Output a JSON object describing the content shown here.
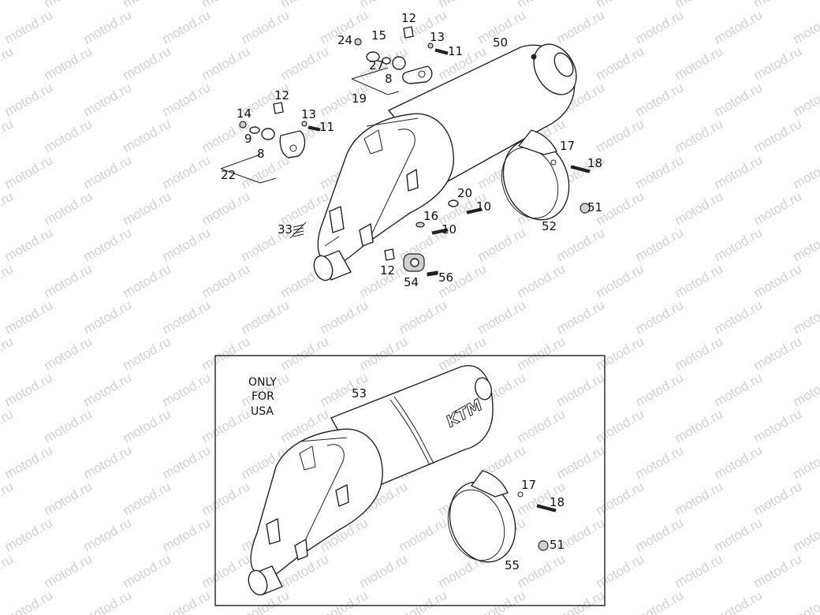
{
  "watermark": "motod.ru",
  "callouts": {
    "c12a": "12",
    "c24": "24",
    "c15": "15",
    "c13a": "13",
    "c11a": "11",
    "c50": "50",
    "c27": "27",
    "c8a": "8",
    "c19": "19",
    "c12b": "12",
    "c14": "14",
    "c13b": "13",
    "c11b": "11",
    "c9": "9",
    "c8b": "8",
    "c22": "22",
    "c17a": "17",
    "c18a": "18",
    "c20": "20",
    "c10a": "10",
    "c16": "16",
    "c10b": "10",
    "c51a": "51",
    "c52": "52",
    "c33": "33",
    "c12c": "12",
    "c54": "54",
    "c56": "56",
    "c53": "53",
    "c17b": "17",
    "c18b": "18",
    "c51b": "51",
    "c55": "55"
  },
  "usa_note": {
    "line1": "ONLY",
    "line2": "FOR",
    "line3": "USA"
  },
  "brand_logo": "KTM",
  "colors": {
    "line": "#222222",
    "watermark": "#d2d2d2",
    "background": "#ffffff"
  }
}
